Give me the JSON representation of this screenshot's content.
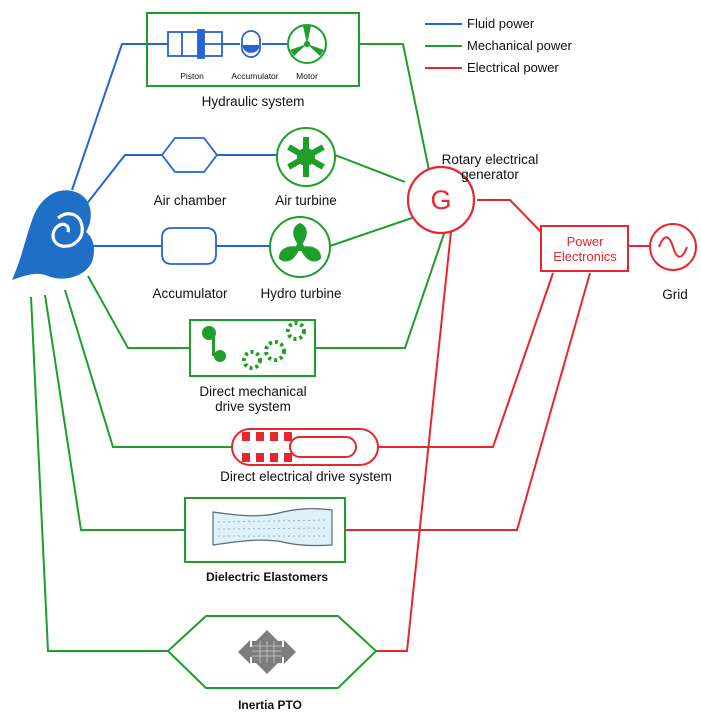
{
  "legend": {
    "fluid": "Fluid power",
    "mechanical": "Mechanical power",
    "electrical": "Electrical power"
  },
  "colors": {
    "fluid": "#2563d6",
    "mechanical": "#1e9e2a",
    "electrical": "#e8262e"
  },
  "hydraulic": {
    "piston": "Piston",
    "accumulator": "Accumulator",
    "motor": "Motor",
    "title": "Hydraulic system"
  },
  "air_chamber": "Air chamber",
  "air_turbine": "Air turbine",
  "accumulator": "Accumulator",
  "hydro_turbine": "Hydro turbine",
  "generator_label": "Rotary electrical generator",
  "generator_label_line1": "Rotary electrical",
  "generator_label_line2": "generator",
  "generator_symbol": "G",
  "power_electronics_line1": "Power",
  "power_electronics_line2": "Electronics",
  "grid": "Grid",
  "direct_mech_line1": "Direct mechanical",
  "direct_mech_line2": "drive system",
  "direct_elec": "Direct electrical drive system",
  "dielectric": "Dielectric Elastomers",
  "inertia": "Inertia PTO",
  "icons": {
    "wave": "wave-icon",
    "motor": "fan-icon",
    "air_turbine": "star-turbine-icon",
    "hydro_turbine": "propeller-icon",
    "gears": "gears-icon",
    "grid": "sine-wave-icon"
  }
}
